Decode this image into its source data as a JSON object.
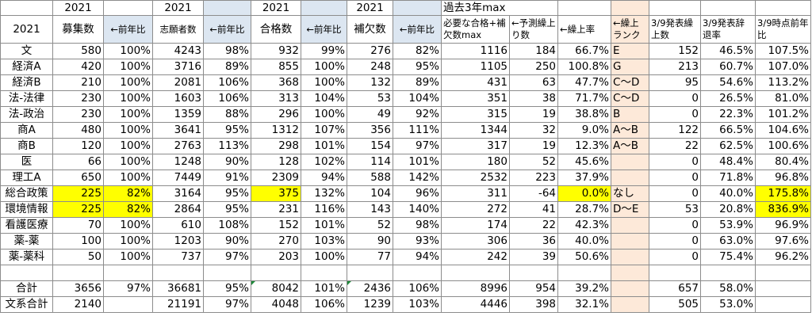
{
  "top_header": {
    "year1": "2021",
    "year2": "2021",
    "year3": "2021",
    "year4": "2021",
    "past": "過去3年max"
  },
  "col_header": {
    "year": "2021",
    "boshu": "募集数",
    "yoy1": "←前年比",
    "shigan": "志願者数",
    "yoy2": "←前年比",
    "goukaku": "合格数",
    "yoy3": "←前年比",
    "hoketsu": "補欠数",
    "yoy4": "←前年比",
    "needed": "必要な合格+補欠数max",
    "yosoku": "←予測繰上り数",
    "kuriage_rate": "←繰上率",
    "kuriage_rank": "←繰上ランク",
    "kuriage_39": "3/9発表繰上数",
    "jitai_39": "3/9発表辞退率",
    "yoy_39": "3/9時点前年比"
  },
  "rows": [
    {
      "name": "文",
      "boshu": "580",
      "yoy1": "100%",
      "shigan": "4243",
      "yoy2": "98%",
      "goukaku": "932",
      "yoy3": "99%",
      "hoketsu": "276",
      "yoy4": "82%",
      "needed": "1116",
      "yosoku": "184",
      "rate": "66.7%",
      "rank": "E",
      "k39": "152",
      "j39": "46.5%",
      "y39": "107.5%"
    },
    {
      "name": "経済A",
      "boshu": "420",
      "yoy1": "100%",
      "shigan": "3716",
      "yoy2": "89%",
      "goukaku": "855",
      "yoy3": "100%",
      "hoketsu": "248",
      "yoy4": "95%",
      "needed": "1105",
      "yosoku": "250",
      "rate": "100.8%",
      "rank": "G",
      "k39": "213",
      "j39": "60.7%",
      "y39": "107.0%"
    },
    {
      "name": "経済B",
      "boshu": "210",
      "yoy1": "100%",
      "shigan": "2081",
      "yoy2": "106%",
      "goukaku": "368",
      "yoy3": "100%",
      "hoketsu": "132",
      "yoy4": "89%",
      "needed": "431",
      "yosoku": "63",
      "rate": "47.7%",
      "rank": "C～D",
      "k39": "95",
      "j39": "54.6%",
      "y39": "113.2%"
    },
    {
      "name": "法-法律",
      "boshu": "230",
      "yoy1": "100%",
      "shigan": "1603",
      "yoy2": "106%",
      "goukaku": "313",
      "yoy3": "104%",
      "hoketsu": "53",
      "yoy4": "104%",
      "needed": "351",
      "yosoku": "38",
      "rate": "71.7%",
      "rank": "C～D",
      "k39": "0",
      "j39": "26.5%",
      "y39": "81.0%"
    },
    {
      "name": "法-政治",
      "boshu": "230",
      "yoy1": "100%",
      "shigan": "1359",
      "yoy2": "88%",
      "goukaku": "296",
      "yoy3": "100%",
      "hoketsu": "49",
      "yoy4": "92%",
      "needed": "315",
      "yosoku": "19",
      "rate": "38.8%",
      "rank": "B",
      "k39": "0",
      "j39": "22.3%",
      "y39": "101.2%"
    },
    {
      "name": "商A",
      "boshu": "480",
      "yoy1": "100%",
      "shigan": "3641",
      "yoy2": "95%",
      "goukaku": "1312",
      "yoy3": "107%",
      "hoketsu": "356",
      "yoy4": "111%",
      "needed": "1344",
      "yosoku": "32",
      "rate": "9.0%",
      "rank": "A～B",
      "k39": "122",
      "j39": "66.5%",
      "y39": "104.6%"
    },
    {
      "name": "商B",
      "boshu": "120",
      "yoy1": "100%",
      "shigan": "2763",
      "yoy2": "113%",
      "goukaku": "298",
      "yoy3": "101%",
      "hoketsu": "154",
      "yoy4": "97%",
      "needed": "317",
      "yosoku": "19",
      "rate": "12.3%",
      "rank": "A～B",
      "k39": "22",
      "j39": "62.5%",
      "y39": "100.6%"
    },
    {
      "name": "医",
      "boshu": "66",
      "yoy1": "100%",
      "shigan": "1248",
      "yoy2": "90%",
      "goukaku": "128",
      "yoy3": "102%",
      "hoketsu": "114",
      "yoy4": "101%",
      "needed": "180",
      "yosoku": "52",
      "rate": "45.6%",
      "rank": "",
      "k39": "0",
      "j39": "48.4%",
      "y39": "80.4%"
    },
    {
      "name": "理工A",
      "boshu": "650",
      "yoy1": "100%",
      "shigan": "7449",
      "yoy2": "91%",
      "goukaku": "2309",
      "yoy3": "94%",
      "hoketsu": "588",
      "yoy4": "142%",
      "needed": "2532",
      "yosoku": "223",
      "rate": "37.9%",
      "rank": "",
      "k39": "0",
      "j39": "71.8%",
      "y39": "96.8%"
    },
    {
      "name": "総合政策",
      "boshu": "225",
      "yoy1": "82%",
      "shigan": "3164",
      "yoy2": "95%",
      "goukaku": "375",
      "yoy3": "132%",
      "hoketsu": "104",
      "yoy4": "96%",
      "needed": "311",
      "yosoku": "-64",
      "rate": "0.0%",
      "rank": "なし",
      "k39": "0",
      "j39": "40.0%",
      "y39": "175.8%"
    },
    {
      "name": "環境情報",
      "boshu": "225",
      "yoy1": "82%",
      "shigan": "2864",
      "yoy2": "95%",
      "goukaku": "231",
      "yoy3": "116%",
      "hoketsu": "143",
      "yoy4": "140%",
      "needed": "272",
      "yosoku": "41",
      "rate": "28.7%",
      "rank": "D～E",
      "k39": "53",
      "j39": "20.8%",
      "y39": "836.9%"
    },
    {
      "name": "看護医療",
      "boshu": "70",
      "yoy1": "100%",
      "shigan": "610",
      "yoy2": "108%",
      "goukaku": "152",
      "yoy3": "101%",
      "hoketsu": "52",
      "yoy4": "98%",
      "needed": "174",
      "yosoku": "22",
      "rate": "42.3%",
      "rank": "",
      "k39": "0",
      "j39": "53.9%",
      "y39": "96.9%"
    },
    {
      "name": "薬-薬",
      "boshu": "100",
      "yoy1": "100%",
      "shigan": "1203",
      "yoy2": "90%",
      "goukaku": "270",
      "yoy3": "103%",
      "hoketsu": "90",
      "yoy4": "93%",
      "needed": "306",
      "yosoku": "36",
      "rate": "40.0%",
      "rank": "",
      "k39": "0",
      "j39": "63.0%",
      "y39": "97.6%"
    },
    {
      "name": "薬-薬科",
      "boshu": "50",
      "yoy1": "100%",
      "shigan": "737",
      "yoy2": "97%",
      "goukaku": "203",
      "yoy3": "100%",
      "hoketsu": "77",
      "yoy4": "94%",
      "needed": "242",
      "yosoku": "39",
      "rate": "50.6%",
      "rank": "",
      "k39": "0",
      "j39": "75.4%",
      "y39": "96.2%"
    }
  ],
  "total": {
    "name": "合計",
    "boshu": "3656",
    "yoy1": "97%",
    "shigan": "36681",
    "yoy2": "95%",
    "goukaku": "8042",
    "yoy3": "101%",
    "hoketsu": "2436",
    "yoy4": "106%",
    "needed": "8996",
    "yosoku": "954",
    "rate": "39.2%",
    "k39": "657",
    "j39": "58.0%"
  },
  "bunkei": {
    "name": "文系合計",
    "boshu": "2140",
    "shigan": "21191",
    "yoy2": "97%",
    "goukaku": "4048",
    "yoy3": "106%",
    "hoketsu": "1239",
    "yoy4": "103%",
    "needed": "4446",
    "yosoku": "398",
    "rate": "32.1%",
    "k39": "505",
    "j39": "53.0%"
  },
  "colors": {
    "highlight": "#ffff00",
    "blue_col": "#dce6f1",
    "peach_col": "#fde9d9",
    "grid": "#8c8c8c"
  }
}
